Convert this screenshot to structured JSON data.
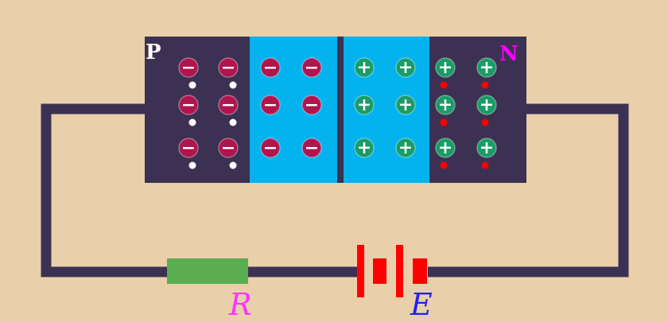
{
  "colors": {
    "background": "#e9d0aa",
    "block": "#3c3152",
    "depletion": "#04b2ee",
    "negative_ion": "#b0154e",
    "positive_ion": "#1a9c66",
    "hole": "#ffffff",
    "electron": "#ff0000",
    "resistor": "#5aae4f",
    "battery": "#ff0000",
    "label_p": "#ffffff",
    "label_n": "#ff00ff",
    "label_r": "#ff33ff",
    "label_e": "#2222ee"
  },
  "labels": {
    "p_region": "P",
    "n_region": "N",
    "resistor": "R",
    "battery": "E"
  },
  "ions": {
    "negative_symbol": "−",
    "positive_symbol": "+"
  },
  "icons": {
    "resistor": "resistor-icon",
    "battery": "battery-icon"
  }
}
